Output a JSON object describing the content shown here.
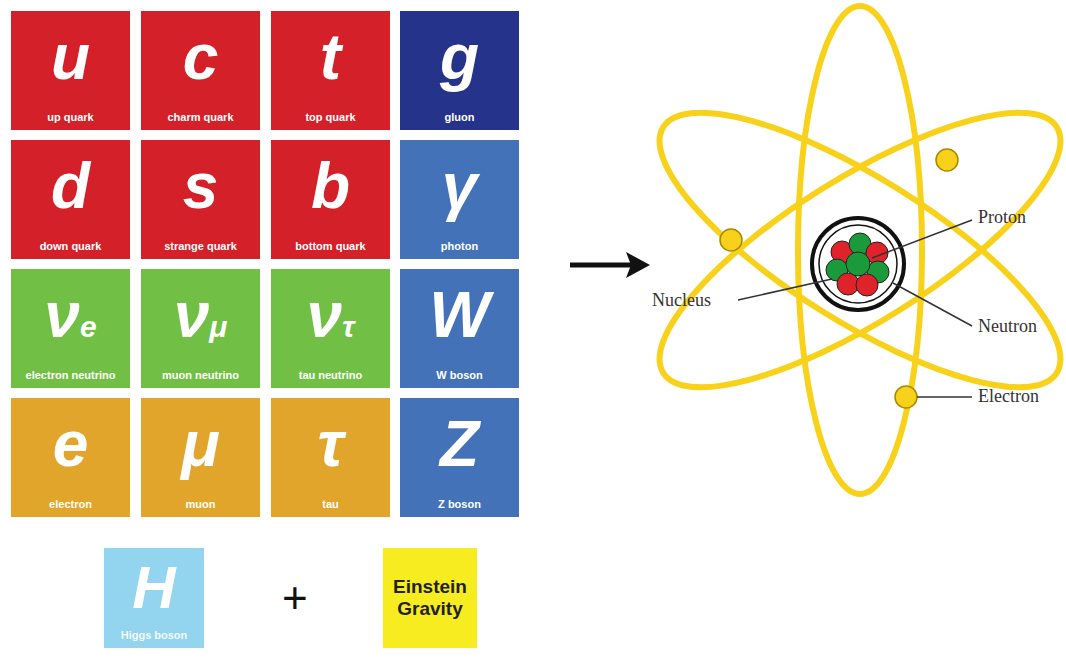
{
  "diagram": {
    "nodes": [
      {
        "text": [
          "u",
          "up quark"
        ]
      },
      {
        "text": [
          "c",
          "charm quark"
        ]
      },
      {
        "text": [
          "t",
          "top quark"
        ]
      },
      {
        "text": [
          "g",
          "gluon"
        ]
      },
      {
        "text": [
          "d",
          "down quark"
        ]
      },
      {
        "text": [
          "s",
          "strange quark"
        ]
      },
      {
        "text": [
          "b",
          "bottom quark"
        ]
      },
      {
        "text": [
          "γ",
          "photon"
        ]
      },
      {
        "text": [
          "ν",
          "e",
          "electron neutrino"
        ]
      },
      {
        "text": [
          "ν",
          "μ",
          "muon neutrino"
        ]
      },
      {
        "text": [
          "ν",
          "τ",
          "tau neutrino"
        ]
      },
      {
        "text": [
          "W",
          "W boson"
        ]
      },
      {
        "text": [
          "e",
          "electron"
        ]
      },
      {
        "text": [
          "μ",
          "muon"
        ]
      },
      {
        "text": [
          "τ",
          "tau"
        ]
      },
      {
        "text": [
          "Z",
          "Z boson"
        ]
      },
      {
        "text": [
          "H",
          "Higgs boson"
        ]
      },
      {
        "text": [
          "Einstein Gravity"
        ]
      }
    ],
    "labels": [
      "+",
      "Proton",
      "Nucleus",
      "Neutron",
      "Electron"
    ]
  }
}
